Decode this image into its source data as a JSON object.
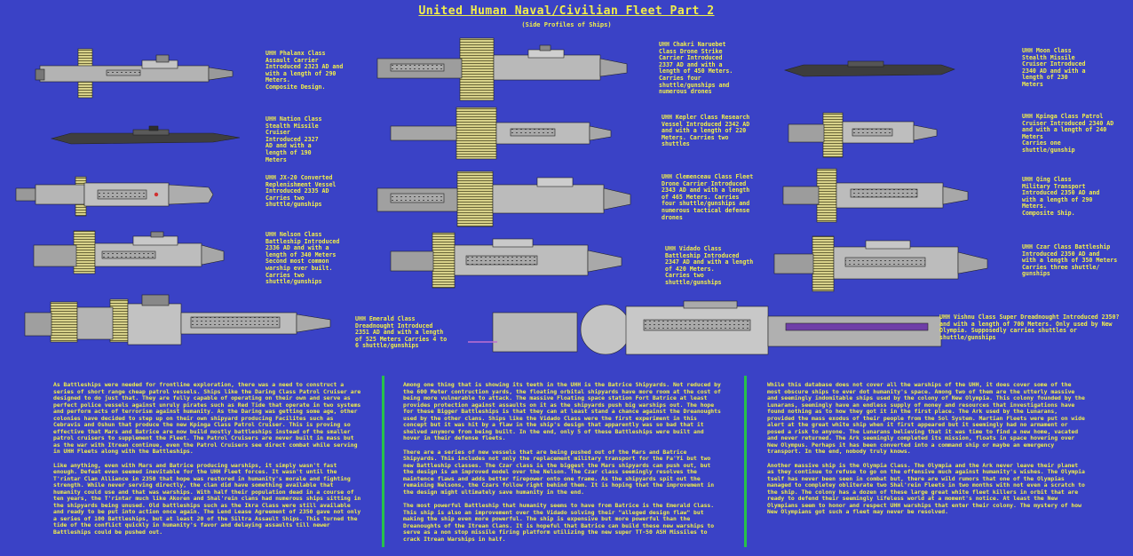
{
  "title": "United Human Naval/Civilian Fleet Part 2",
  "subtitle": "(Side Profiles of Ships)",
  "colors": {
    "background": "#3a42c6",
    "text": "#f2ef4a",
    "divider": "#27c24a",
    "hull": "#b8b8b8",
    "hull_dark": "#545454",
    "panel": "#d8d28a"
  },
  "ships": [
    {
      "id": "phalanx",
      "label": "UHH Phalanx Class\nAssault Carrier\nIntroduced 2323 AD and\nwith a length of 290\nMeters.\nComposite Design."
    },
    {
      "id": "nation",
      "label": "UHH Nation Class\nStealth Missile\nCruiser\nIntroduced 2327\nAD and with a\nlength of 190\nMeters"
    },
    {
      "id": "jx20",
      "label": "UHH JX-20 Converted\nReplenishment Vessel\nIntroduced 2335 AD\nCarries two\nshuttle/gunships"
    },
    {
      "id": "nelson",
      "label": "UHH Nelson Class\nBattleship Introduced\n2336 AD and with a\nlength of 340 Meters\nSecond most common\nwarship ever built.\nCarries two\nshuttle/gunships"
    },
    {
      "id": "emerald",
      "label": "UHH Emerald Class\nDreadnought Introduced\n2351 AD and with a length\nof 525 Meters Carries 4 to\n6 shuttle/gunships"
    },
    {
      "id": "chakri",
      "label": "UHH Chakri Naruebet\nClass Drone Strike\nCarrier Introduced\n2337 AD and with a\nlength of 450 Meters.\nCarries four\nshuttle/gunships and\nnumerous drones"
    },
    {
      "id": "kepler",
      "label": "UHH Kepler Class Research\nVessel Introduced 2342 AD\nand with a length of 220\nMeters. Carries two\nshuttles"
    },
    {
      "id": "clemenceau",
      "label": "UHH Clemenceau Class Fleet\nDrone Carrier Introduced\n2343 AD and with a length\nof 465 Meters. Carries\nfour shuttle/gunships and\nnumerous tactical defense\ndrones"
    },
    {
      "id": "vidado",
      "label": "UHH Vidado Class\nBattleship Introduced\n2347 AD and with a length\nof 420 Meters.\nCarries two\nshuttle/gunships"
    },
    {
      "id": "moon",
      "label": "UHH Moon Class\nStealth Missile\nCruiser Introduced\n2340 AD and with a\nlength of 230\nMeters"
    },
    {
      "id": "kpinga",
      "label": "UHH Kpinga Class Patrol\nCruiser Introduced 2340 AD\nand with a length of 240\nMeters\nCarries one\nshuttle/gunship"
    },
    {
      "id": "qing",
      "label": "UHH Qing Class\nMilitary Transport\nIntroduced 2350 AD and\nwith a length of 290\nMeters.\nComposite Ship."
    },
    {
      "id": "czar",
      "label": "UHH Czar Class Battleship\nIntroduced 2350 AD and\nwith a length of 350 Meters\nCarries three shuttle/\ngunships"
    },
    {
      "id": "vishnu",
      "label": "UHH Vishnu Class Super Dreadnought Introduced 2350?\nand with a length of 700 Meters. Only used by New\nOlympia. Supposedly carries shuttles or\nshuttle/gunships"
    }
  ],
  "columns": [
    {
      "paragraphs": [
        "As Battleships were needed for frontline exploration, there was a need to construct a series of short range cheap patrol vessels. Ships like the Daring Class Patrol Cruiser are designed to do just that. They are fully capable of operating on their own and serve as perfect police vessels against unruly pirates such as Red Tide that operate in two systems and perform acts of terrorism against humanity. As the Daring was getting some age, other colonies have decided to step up on their own shipyard producing Facilites such as Cebravis and Oshun that produce the new Kpinga Class Patrol Cruiser. This is proving so effective that Mars and Batrice are now build mostly battleships instead of the smaller patrol cruisers to supplement the Fleet. The Patrol Cruisers are never built in mass but as the war with Itrean continue, even the Patrol Cruisers see direct combat while serving in UHH Fleets along with the Battleships.",
        "Like anything, even with Mars and Batrice producing warships, it simply wasn't fast enough. Defeat even seemed inevitable for the UHH Fleet forces. It wasn't until the T'rintar Clan Alliance in 2350 that hope was restored in humanity's morale and fighting strength. While never serving directly, the clan did have something available that humanity could use and that was warships. With half their population dead in a course of ten years, the T'rintar much like Akoren and Shal'rein clans had numerous ships sitting in the shipyards being unused. Old battleships such as the Ikra Class were still available and ready to be put into action once again. The Lend Lease Agreement of 2350 gave not only a series of 100 Battleships, but at least 20 of the Siltra Assault Ships. This turned the tide of the conflict quickly in humanity's favor and delaying assaults till newer Battleships could be pushed out."
      ]
    },
    {
      "paragraphs": [
        "Among one thing that is showing its teeth in the UHH is the Batrice Shipyards. Not reduced by the 600 Meter contruction yards, the floating orbital shipyards have more room at the cost of being more vulnerable to attack. The massive Floating space station Fort Batrice at least provides protection against assaults on it as the shipyards push big warships out. The hope for these Bigger Battleships is that they can at least stand a chance against the Dreanoughts used by the other clans. Ships like the Vidado Class were the first experiment in this concept but it was hit by a flaw in the ship's design that apparently was so bad that it shelved anymore from being built. In the end, only 5 of these Battleships were built and hover in their defense fleets.",
        "There are a series of new vessels that are being pushed out of the Mars and Batrice Shipyards. This includes not only the replacement military transport for the Fa'Yi but two new Battleship classes. The Czar class is the biggest the Mars shipyards can push out, but the design is an improved model over the Nelson. The Czar class seemingly resolves the maintence flaws and adds better firepower onto one frame. As the shipyards spit out the remaining Nelsons, the Czars follow right behind them. It is hoping that the improvement in the design might ultimately save humanity in the end.",
        "The most powerful Battleship that humanity seems to have from Batrice is the Emerald Class. This ship is also an improvement over the Vidado solving their \"alleged design flaw\" but making the ship even more powerful. The ship is expensive but more powerful than the Dreanoughts of the Itrean Clans. It is hopeful that Batrice can build these new warships to serve as a non stop missile firing platform utilizing the new super TT-50 ASH Missiles to crack Itrean Warships in half."
      ]
    },
    {
      "paragraphs": [
        "While this database does not cover all the warships of the UHH, it does cover some of the most obscure ships to ever dot humanity's space. Among two of them are the utterly massive and seemingly indomitable ships used by the colony of New Olympia. This colony founded by the Lunarans, seemingly have an endless supply of money and resources that investigations have found nothing as to how they got it in the first place. The Ark used by the Lunarans, provided the mass exodus of their people from the Sol System. Martian Fleets were put on wide alert at the great white ship when it first appeared but it seemingly had no armament or posed a risk to anyone. The Lunarans believing that it was time to find a new home, vacated and never returned. The Ark seemingly completed its mission, floats in space hovering over New Olympus. Perhaps it has been converted into a command ship or maybe an emergency transport. In the end, nobody truly knows.",
        "Another massive ship is the Olympia Class. The Olympia and the Ark never leave their planet as they continue to refuse to go on the offensive much against humanity's wishes. The Olympia tself has never been seen in combat but, there are wild rumors that one of the Olympias managed to completey obliterate two Shal'rein Fleets in two months with not even a scratch to the ship. The colony has a dozen of these large great white fleet killers in orbit that are ready to defend their seemingly lifeless world at a moment's notice. At least the New Olympians seem to honor and respect UHH warships that enter their colony. The mystery of how New Olympians got such a fleet may never be resolved."
      ]
    }
  ]
}
